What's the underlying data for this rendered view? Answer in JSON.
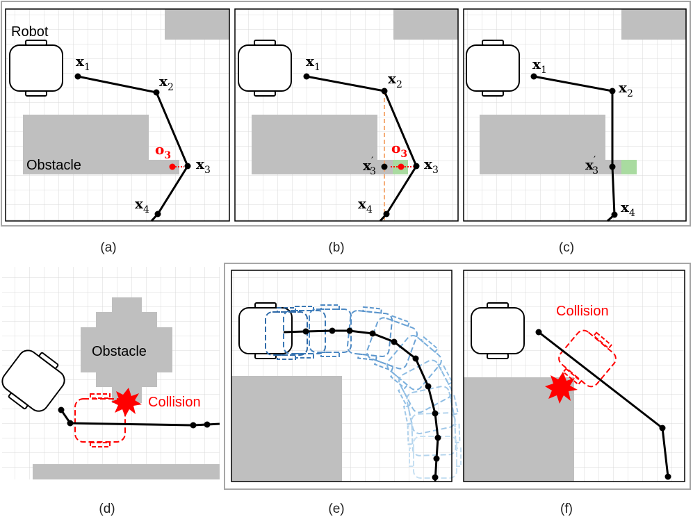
{
  "labels": {
    "robot": "Robot",
    "obstacle": "Obstacle",
    "collision": "Collision",
    "x1": "x",
    "x1_sub": "1",
    "x2": "x",
    "x2_sub": "2",
    "x3": "x",
    "x3_sub": "3",
    "x4": "x",
    "x4_sub": "4",
    "x3p": "x",
    "x3p_sup": "′",
    "x3p_sub": "3",
    "o3": "o",
    "o3_sub": "3"
  },
  "captions": {
    "a": "(a)",
    "b": "(b)",
    "c": "(c)",
    "d": "(d)",
    "e": "(e)",
    "f": "(f)"
  },
  "colors": {
    "grid": "#d9d9d9",
    "obstacle": "#bfbfbf",
    "path": "#000000",
    "highlight": "#ff0000",
    "green_cell": "#a9dba0",
    "projection_line": "#f4a46a",
    "ghost_dark": "#2f6aa8",
    "ghost_light": "#b9d3ec"
  }
}
